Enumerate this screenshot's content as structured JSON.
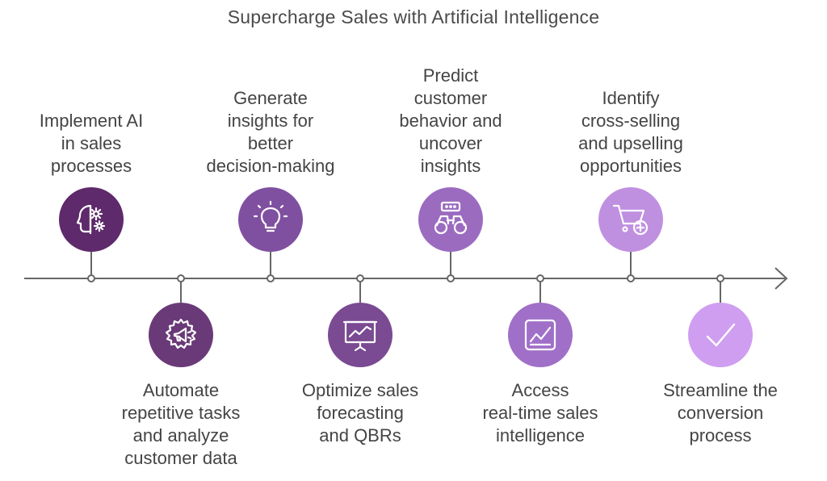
{
  "title": "Supercharge Sales with Artificial Intelligence",
  "steps": [
    {
      "label": "Implement AI\nin sales\nprocesses",
      "icon": "brain-gear-icon",
      "color": "#5e2a6b"
    },
    {
      "label": "Automate\nrepetitive tasks\nand analyze\ncustomer data",
      "icon": "gear-megaphone-icon",
      "color": "#6a3a78"
    },
    {
      "label": "Generate\ninsights for\nbetter\ndecision-making",
      "icon": "lightbulb-icon",
      "color": "#8050a0"
    },
    {
      "label": "Optimize sales\nforecasting\nand QBRs",
      "icon": "presentation-chart-icon",
      "color": "#7a4a92"
    },
    {
      "label": "Predict\ncustomer\nbehavior and\nuncover\ninsights",
      "icon": "binoculars-icon",
      "color": "#9b6bc0"
    },
    {
      "label": "Access\nreal-time sales\nintelligence",
      "icon": "line-chart-icon",
      "color": "#a070c8"
    },
    {
      "label": "Identify\ncross-selling\nand upselling\nopportunities",
      "icon": "cart-plus-icon",
      "color": "#c090e0"
    },
    {
      "label": "Streamline the\nconversion\nprocess",
      "icon": "checkmark-icon",
      "color": "#cf9ef0"
    }
  ]
}
